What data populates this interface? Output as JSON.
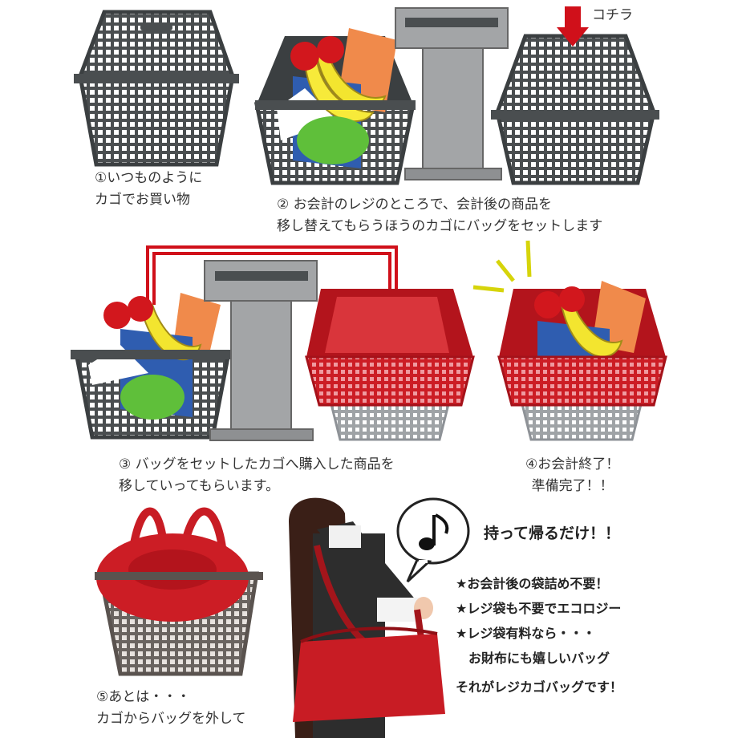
{
  "steps": {
    "s1": {
      "line1": "①いつものように",
      "line2": "カゴでお買い物"
    },
    "s2": {
      "line1": "② お会計のレジのところで、会計後の商品を",
      "line2": "移し替えてもらうほうのカゴにバッグをセットします"
    },
    "s3": {
      "line1": "③ バッグをセットしたカゴへ購入した商品を",
      "line2": "移していってもらいます。"
    },
    "s4": {
      "line1": "④お会計終了！",
      "line2": "準備完了！！"
    },
    "s5": {
      "line1": "⑤あとは・・・",
      "line2": "カゴからバッグを外して"
    }
  },
  "kochira": "コチラ",
  "tagline": "持って帰るだけ！！",
  "bullets": [
    "★お会計後の袋詰め不要！",
    "★レジ袋も不要でエコロジー",
    "★レジ袋有料なら・・・",
    "　お財布にも嬉しいバッグ"
  ],
  "closing": "それがレジカゴバッグです！",
  "colors": {
    "basket": "#4a4e50",
    "bag_red": "#cc1d25",
    "arrow_red": "#d0101a",
    "register": "#a3a5a7",
    "accent_yellow": "#d6d40a"
  }
}
